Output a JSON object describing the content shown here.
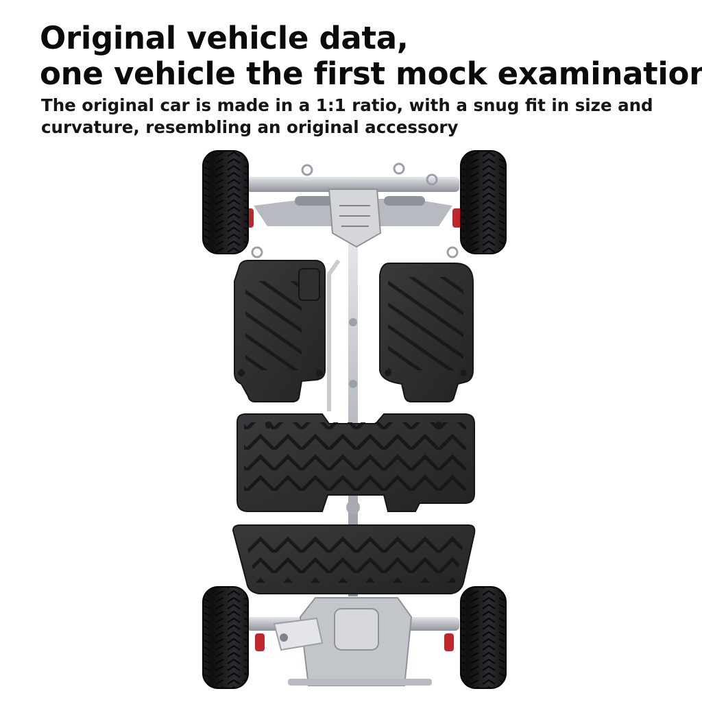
{
  "headline": {
    "line1": "Original vehicle data,",
    "line2": "one vehicle the first mock examination"
  },
  "subline": {
    "line1": "The original car is made in a 1:1 ratio, with a snug fit in size and",
    "line2": "curvature, resembling an original accessory"
  },
  "illustration": {
    "subject": "car-chassis-with-floor-mats",
    "colors": {
      "tire": "#1b1b1d",
      "mat": "#2a2a2c",
      "mat_groove": "#151516",
      "chassis": "#c9cbcf",
      "spring": "#c0272d"
    }
  }
}
